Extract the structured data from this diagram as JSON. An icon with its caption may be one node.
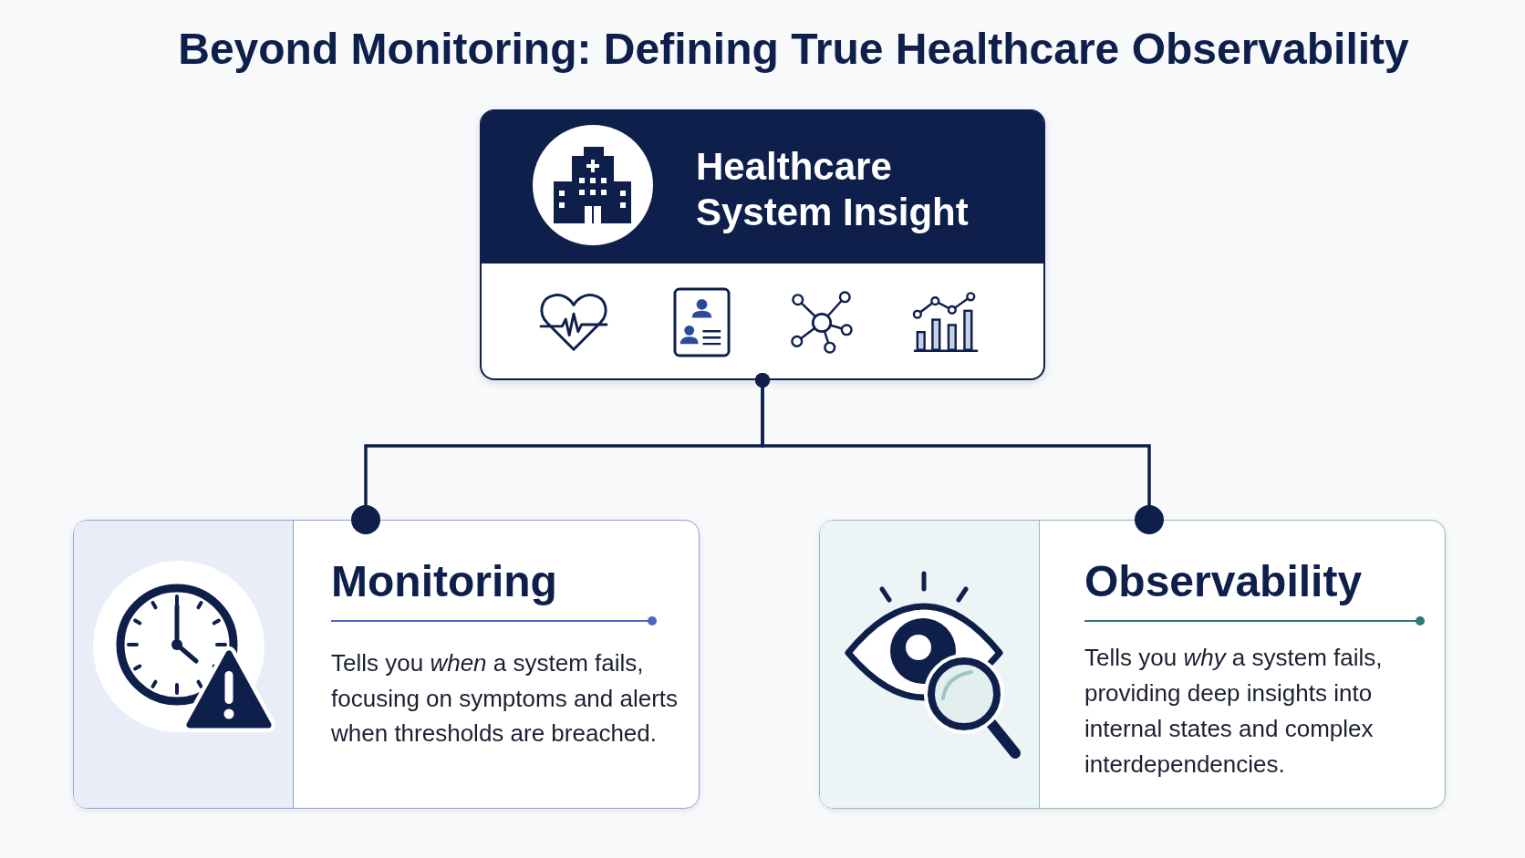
{
  "diagram": {
    "title": "Beyond Monitoring: Defining True Healthcare Observability",
    "nodes": [
      {
        "text": [
          "Healthcare System Insight"
        ]
      },
      {
        "text": [
          "Monitoring",
          "Tells you *when* a system fails, focusing on symptoms and alerts when thresholds are breached."
        ]
      },
      {
        "text": [
          "Observability",
          "Tells you *why* a system fails, providing deep insights into internal states and complex interdependencies."
        ]
      }
    ],
    "edges": [
      {
        "from": 0,
        "to": 1,
        "arrow": "other"
      },
      {
        "from": 0,
        "to": 2,
        "arrow": "other"
      }
    ]
  }
}
